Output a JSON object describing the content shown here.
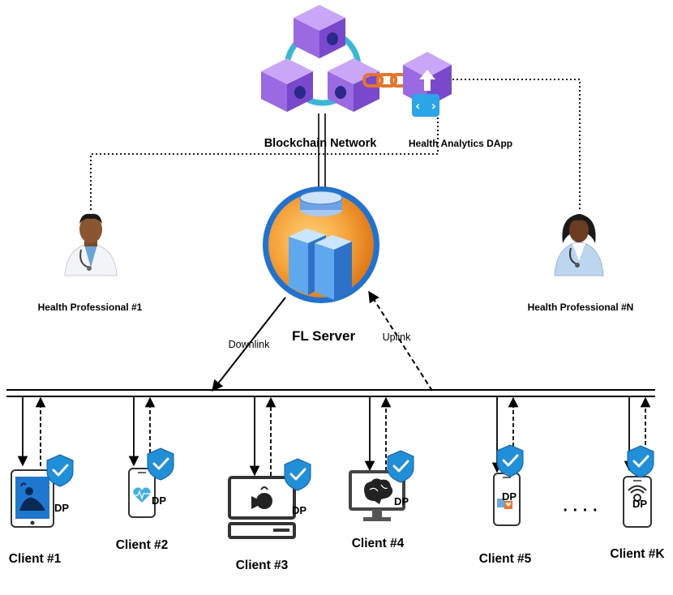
{
  "labels": {
    "blockchain": "Blockchain Network",
    "dapp": "Health Analytics DApp",
    "fl_server": "FL Server",
    "downlink": "Downlink",
    "uplink": "Uplink",
    "hp1": "Health Professional #1",
    "hpn": "Health Professional #N",
    "ellipsis": "· · · ·"
  },
  "dp_label": "DP",
  "clients": [
    {
      "label": "Client #1"
    },
    {
      "label": "Client #2"
    },
    {
      "label": "Client #3"
    },
    {
      "label": "Client #4"
    },
    {
      "label": "Client #5"
    },
    {
      "label": "Client #K"
    }
  ],
  "colors": {
    "cube_light": "#b48ef0",
    "cube_mid": "#9966e0",
    "cube_dark": "#6d3fc0",
    "ring": "#35b8d6",
    "chain": "#e8742a",
    "server_ring": "#1e73d2",
    "server_orange": "#f0962a",
    "shield": "#1e8fd8"
  }
}
